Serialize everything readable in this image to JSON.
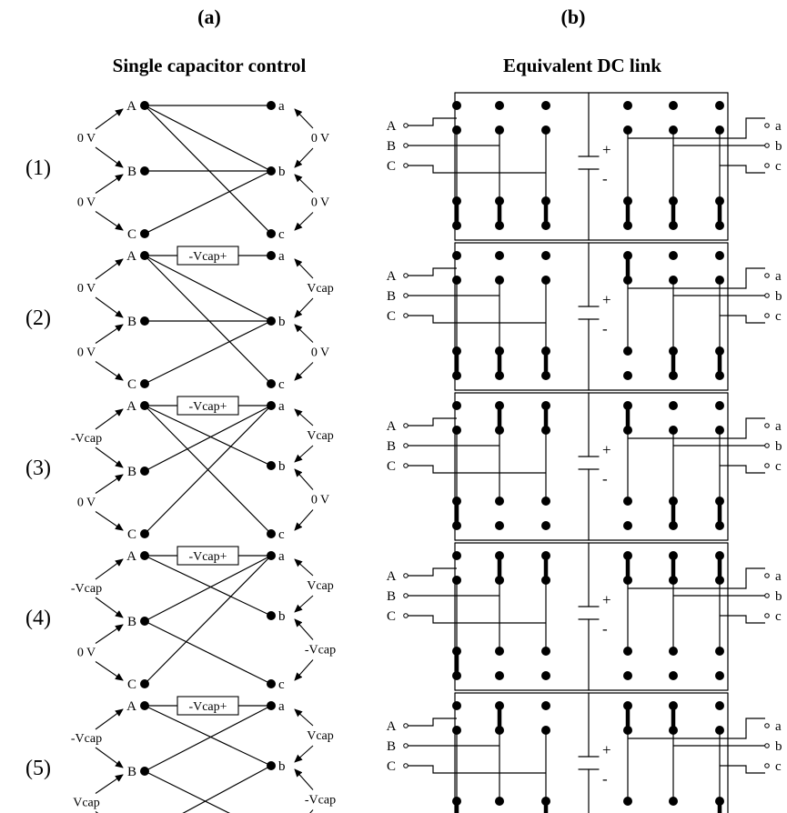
{
  "panel_a": {
    "label": "(a)",
    "title": "Single capacitor control",
    "input_nodes": [
      "A",
      "B",
      "C"
    ],
    "output_nodes": [
      "a",
      "b",
      "c"
    ],
    "cap_label": "-Vcap+"
  },
  "panel_b": {
    "label": "(b)",
    "title": "Equivalent DC link",
    "input_labels": [
      "A",
      "B",
      "C"
    ],
    "output_labels": [
      "a",
      "b",
      "c"
    ],
    "plus": "+",
    "minus": "-"
  },
  "rows": [
    {
      "label": "(1)",
      "capacitor": false,
      "v_in": [
        "0 V",
        "0 V"
      ],
      "v_out": [
        "0 V",
        "0 V"
      ],
      "connections": [
        [
          "A",
          "b"
        ],
        [
          "A",
          "c"
        ],
        [
          "B",
          "b"
        ],
        [
          "C",
          "b"
        ]
      ],
      "switches": {
        "left": [
          "low",
          "low",
          "low"
        ],
        "right": [
          "low",
          "low",
          "low"
        ]
      }
    },
    {
      "label": "(2)",
      "capacitor": true,
      "v_in": [
        "0 V",
        "0 V"
      ],
      "v_out": [
        "Vcap",
        "0 V"
      ],
      "connections": [
        [
          "A",
          "b"
        ],
        [
          "A",
          "c"
        ],
        [
          "B",
          "b"
        ],
        [
          "C",
          "b"
        ]
      ],
      "switches": {
        "left": [
          "low",
          "low",
          "low"
        ],
        "right": [
          "high",
          "low",
          "low"
        ]
      }
    },
    {
      "label": "(3)",
      "capacitor": true,
      "v_in": [
        "-Vcap",
        "0 V"
      ],
      "v_out": [
        "Vcap",
        "0 V"
      ],
      "connections": [
        [
          "A",
          "b"
        ],
        [
          "A",
          "c"
        ],
        [
          "B",
          "a"
        ],
        [
          "C",
          "a"
        ]
      ],
      "switches": {
        "left": [
          "low",
          "high",
          "high"
        ],
        "right": [
          "high",
          "low",
          "low"
        ]
      }
    },
    {
      "label": "(4)",
      "capacitor": true,
      "v_in": [
        "-Vcap",
        "0 V"
      ],
      "v_out": [
        "Vcap",
        "-Vcap"
      ],
      "connections": [
        [
          "A",
          "b"
        ],
        [
          "B",
          "c"
        ],
        [
          "B",
          "a"
        ],
        [
          "C",
          "a"
        ]
      ],
      "switches": {
        "left": [
          "low",
          "high",
          "high"
        ],
        "right": [
          "high",
          "high",
          "high"
        ]
      }
    },
    {
      "label": "(5)",
      "capacitor": true,
      "v_in": [
        "-Vcap",
        "Vcap"
      ],
      "v_out": [
        "Vcap",
        "-Vcap"
      ],
      "connections": [
        [
          "A",
          "b"
        ],
        [
          "B",
          "c"
        ],
        [
          "B",
          "a"
        ],
        [
          "C",
          "b"
        ]
      ],
      "switches": {
        "left": [
          "low",
          "high",
          "low"
        ],
        "right": [
          "high",
          "high",
          "low"
        ]
      }
    }
  ]
}
